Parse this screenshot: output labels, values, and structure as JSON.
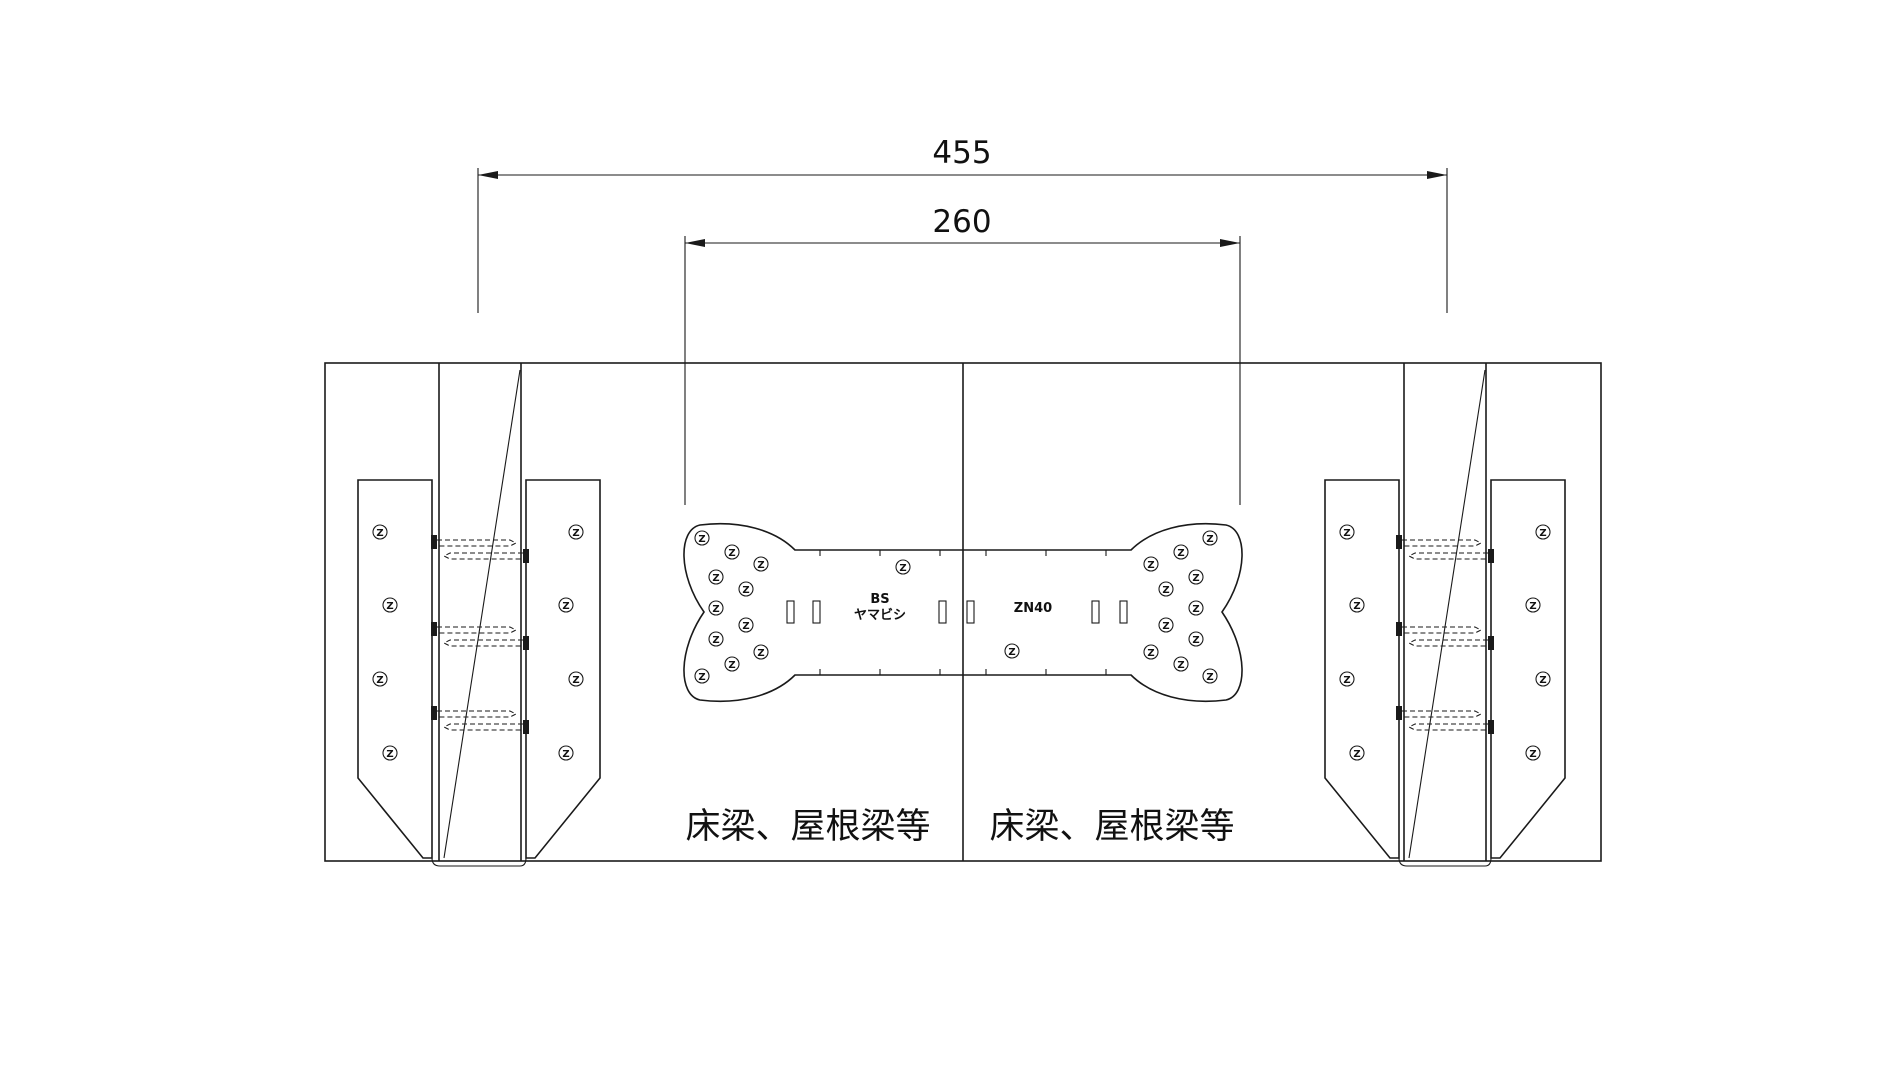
{
  "dimensions": {
    "outer": "455",
    "inner": "260"
  },
  "beam_labels": {
    "left": "床梁、屋根梁等",
    "right": "床梁、屋根梁等"
  },
  "plate": {
    "brand_line1": "BS",
    "brand_line2": "ヤマビシ",
    "model": "ZN40"
  },
  "nail_mark": "Z"
}
